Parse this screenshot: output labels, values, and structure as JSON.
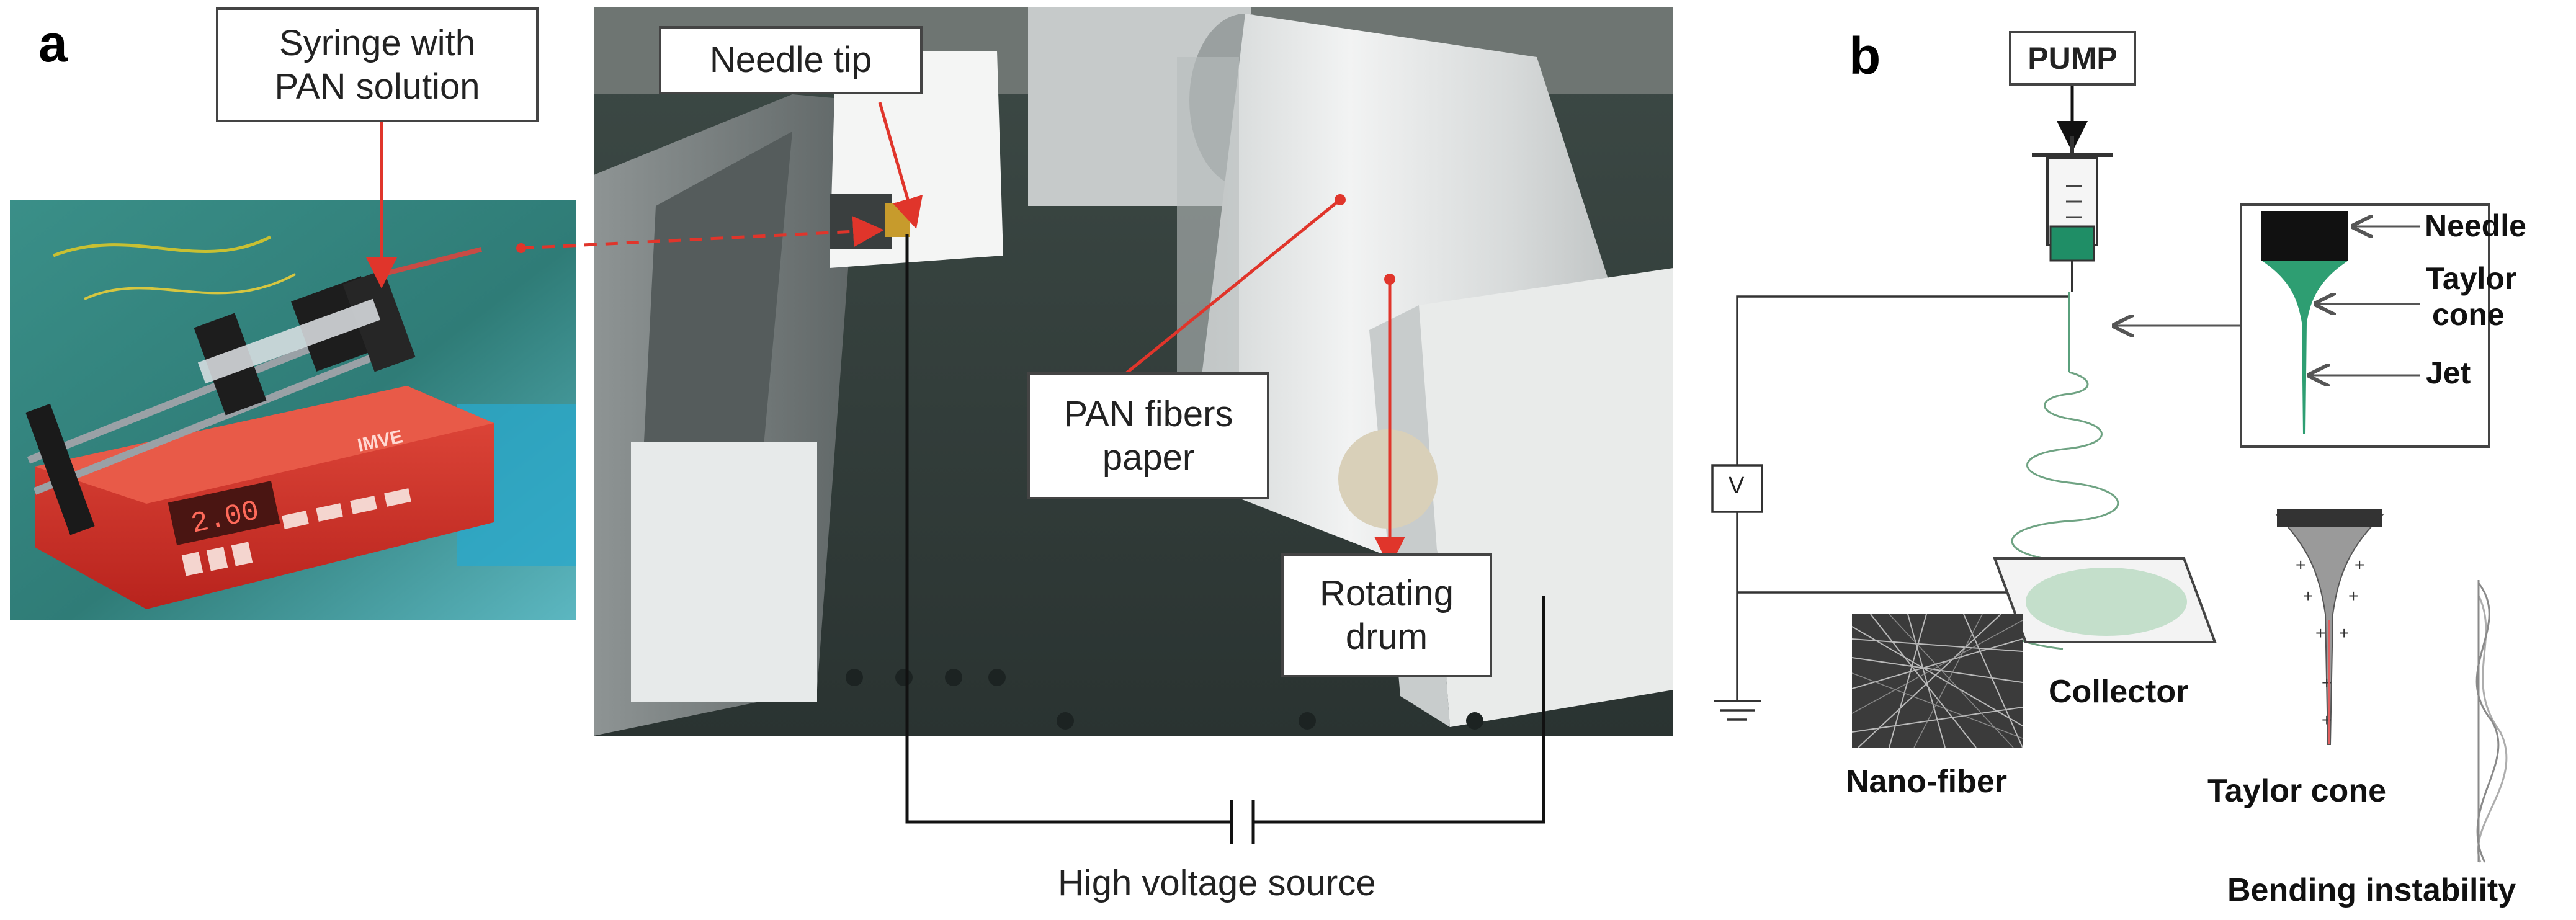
{
  "panel_a": {
    "letter": "a",
    "labels": {
      "syringe_line1": "Syringe with",
      "syringe_line2": "PAN solution",
      "needle_tip": "Needle tip",
      "pan_fibers_line1": "PAN fibers",
      "pan_fibers_line2": "paper",
      "drum_line1": "Rotating",
      "drum_line2": "drum",
      "hv_source": "High voltage source"
    },
    "pump_display": "2.00",
    "pump_brand": "IMVE"
  },
  "panel_b": {
    "letter": "b",
    "labels": {
      "pump": "PUMP",
      "needle": "Needle",
      "taylor_cone_line1": "Taylor",
      "taylor_cone_line2": "cone",
      "jet": "Jet",
      "voltage": "V",
      "collector": "Collector",
      "nano_fiber": "Nano-fiber",
      "taylor_cone_bottom": "Taylor cone",
      "bending_instability": "Bending instability"
    }
  },
  "colors": {
    "red_annotation": "#e0352b",
    "pump_body": "#d9342b",
    "taylor_green": "#2e9e72",
    "fiber_green": "#6fa383",
    "wire": "#333333"
  }
}
